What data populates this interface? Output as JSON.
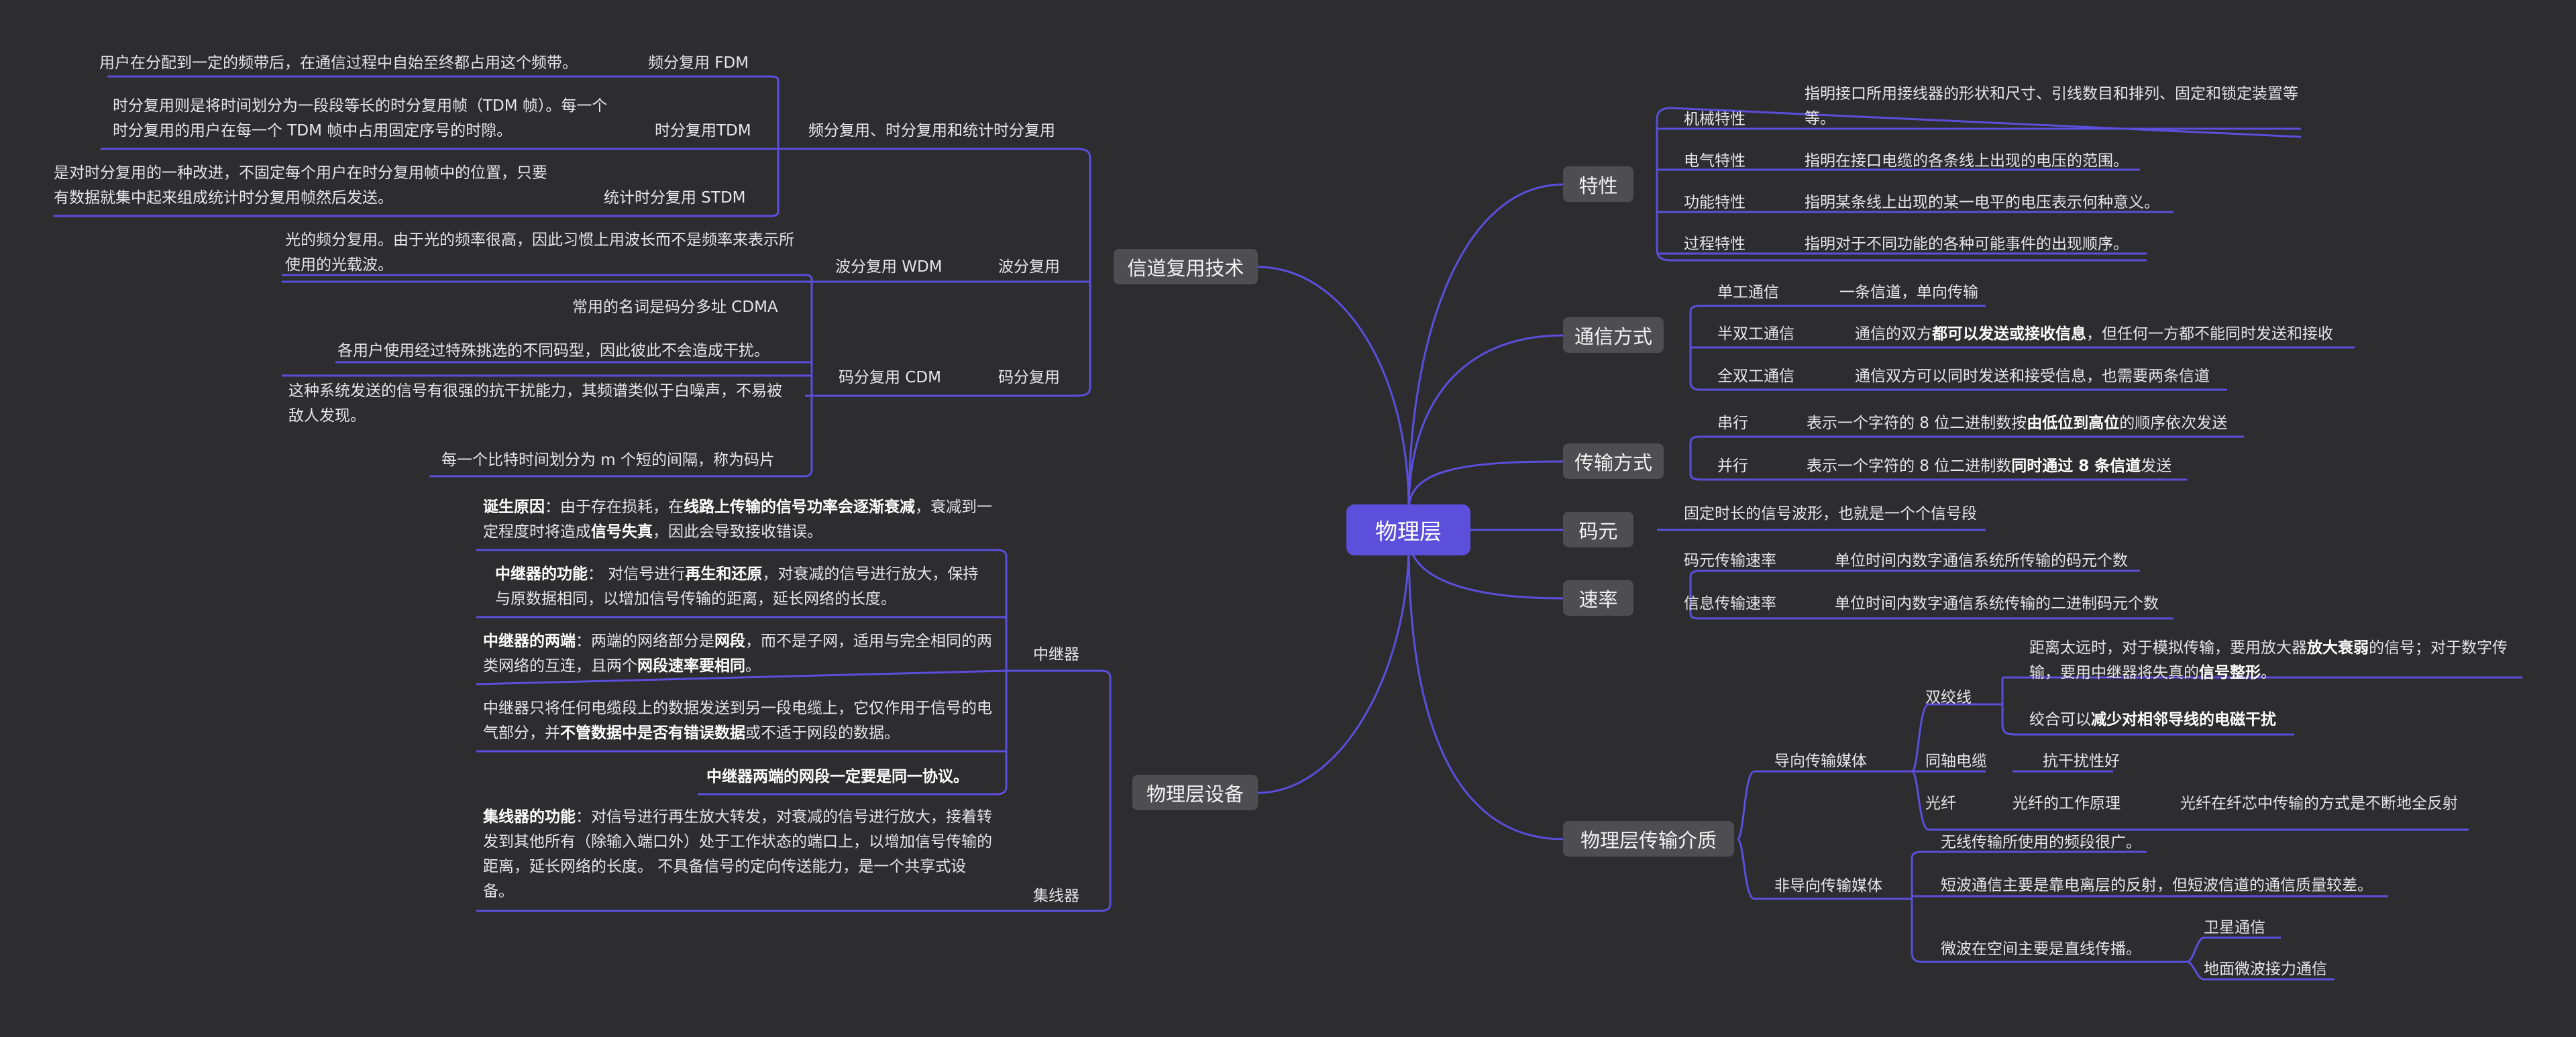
{
  "root": "物理层",
  "characteristics": {
    "title": "特性",
    "items": [
      {
        "label": "机械特性",
        "desc": "指明接口所用接线器的形状和尺寸、引线数目和排列、固定和锁定装置等等。"
      },
      {
        "label": "电气特性",
        "desc": "指明在接口电缆的各条线上出现的电压的范围。"
      },
      {
        "label": "功能特性",
        "desc": "指明某条线上出现的某一电平的电压表示何种意义。"
      },
      {
        "label": "过程特性",
        "desc": "指明对于不同功能的各种可能事件的出现顺序。"
      }
    ]
  },
  "comm_modes": {
    "title": "通信方式",
    "items": [
      {
        "label": "单工通信",
        "desc": "一条信道，单向传输"
      },
      {
        "label": "半双工通信",
        "desc_a": "通信的双方",
        "desc_b": "都可以发送或接收信息",
        "desc_c": "，但任何一方都不能同时发送和接收"
      },
      {
        "label": "全双工通信",
        "desc": "通信双方可以同时发送和接受信息，也需要两条信道"
      }
    ]
  },
  "transmission_modes": {
    "title": "传输方式",
    "items": [
      {
        "label": "串行",
        "desc_a": "表示一个字符的 8 位二进制数按",
        "desc_b": "由低位到高位",
        "desc_c": "的顺序依次发送"
      },
      {
        "label": "并行",
        "desc_a": "表示一个字符的 8  位二进制数",
        "desc_b": "同时通过 8 条信道",
        "desc_c": "发送"
      }
    ]
  },
  "symbol": {
    "title": "码元",
    "desc": "固定时长的信号波形，也就是一个个信号段"
  },
  "rate": {
    "title": "速率",
    "items": [
      {
        "label": "码元传输速率",
        "desc": "单位时间内数字通信系统所传输的码元个数"
      },
      {
        "label": "信息传输速率",
        "desc": "单位时间内数字通信系统传输的二进制码元个数"
      }
    ]
  },
  "media": {
    "title": "物理层传输介质",
    "guided": {
      "label": "导向传输媒体",
      "twisted": {
        "label": "双绞线",
        "note1_a": "距离太远时，对于模拟传输，要用放大器",
        "note1_b": "放大衰弱",
        "note1_c": "的信号；对于数字传输，要用中继器将失真的",
        "note1_d": "信号整形",
        "note1_e": "。",
        "note2_a": "绞合可以",
        "note2_b": "减少对相邻导线的电磁干扰"
      },
      "coax": {
        "label": "同轴电缆",
        "desc": "抗干扰性好"
      },
      "fiber": {
        "label": "光纤",
        "principle": "光纤的工作原理",
        "desc": "光纤在纤芯中传输的方式是不断地全反射"
      }
    },
    "unguided": {
      "label": "非导向传输媒体",
      "items": [
        "无线传输所使用的频段很广。",
        "短波通信主要是靠电离层的反射，但短波信道的通信质量较差。",
        "微波在空间主要是直线传播。"
      ],
      "microwave": [
        "卫星通信",
        "地面微波接力通信"
      ]
    }
  },
  "multiplex": {
    "title": "信道复用技术",
    "fts": {
      "label": "频分复用、时分复用和统计时分复用",
      "fdm": {
        "label": "频分复用 FDM",
        "desc": "用户在分配到一定的频带后，在通信过程中自始至终都占用这个频带。"
      },
      "tdm": {
        "label": "时分复用TDM",
        "desc": "时分复用则是将时间划分为一段段等长的时分复用帧（TDM 帧）。每一个时分复用的用户在每一个 TDM 帧中占用固定序号的时隙。"
      },
      "stdm": {
        "label": "统计时分复用 STDM",
        "desc": "是对时分复用的一种改进，不固定每个用户在时分复用帧中的位置，只要有数据就集中起来组成统计时分复用帧然后发送。"
      }
    },
    "wave": {
      "label": "波分复用",
      "sub": "波分复用 WDM",
      "desc": "光的频分复用。由于光的频率很高，因此习惯上用波长而不是频率来表示所使用的光载波。"
    },
    "code": {
      "label": "码分复用",
      "sub": "码分复用 CDM",
      "items": [
        "常用的名词是码分多址 CDMA",
        "各用户使用经过特殊挑选的不同码型，因此彼此不会造成干扰。",
        "这种系统发送的信号有很强的抗干扰能力，其频谱类似于白噪声，不易被敌人发现。",
        "每一个比特时间划分为 m 个短的间隔，称为码片"
      ]
    }
  },
  "devices": {
    "title": "物理层设备",
    "repeater": {
      "label": "中继器",
      "origin_a": "诞生原因",
      "origin_b": "：由于存在损耗，在",
      "origin_c": "线路上传输的信号功率会逐渐衰减",
      "origin_d": "，衰减到一定程度时将造成",
      "origin_e": "信号失真",
      "origin_f": "，因此会导致接收错误。",
      "func_a": "中继器的功能",
      "func_b": "：  对信号进行",
      "func_c": "再生和还原",
      "func_d": "，对衰减的信号进行放大，保持与原数据相同，以增加信号传输的距离，延长网络的长度。",
      "ends_a": "中继器的两端",
      "ends_b": "：两端的网络部分是",
      "ends_c": "网段",
      "ends_d": "，而不是子网，适用与完全相同的两类网络的互连，且两个",
      "ends_e": "网段速率要相同",
      "ends_f": "。",
      "note_a": "中继器只将任何电缆段上的数据发送到另一段电缆上，它仅作用于信号的电气部分，并",
      "note_b": "不管数据中是否有错误数据",
      "note_c": "或不适于网段的数据。",
      "proto": "中继器两端的网段一定要是同一协议。"
    },
    "hub": {
      "label": "集线器",
      "desc_a": "集线器的功能",
      "desc_b": "：对信号进行再生放大转发，对衰减的信号进行放大，接着转发到其他所有（除输入端口外）处于工作状态的端口上，以增加信号传输的距离，延长网络的长度。 不具备信号的定向传送能力，是一个共享式设备。"
    }
  },
  "colors": {
    "background": "#2d2c2f",
    "line": "#5b4fdc",
    "root": "#5b4fdc",
    "topic": "#4e4d52"
  }
}
